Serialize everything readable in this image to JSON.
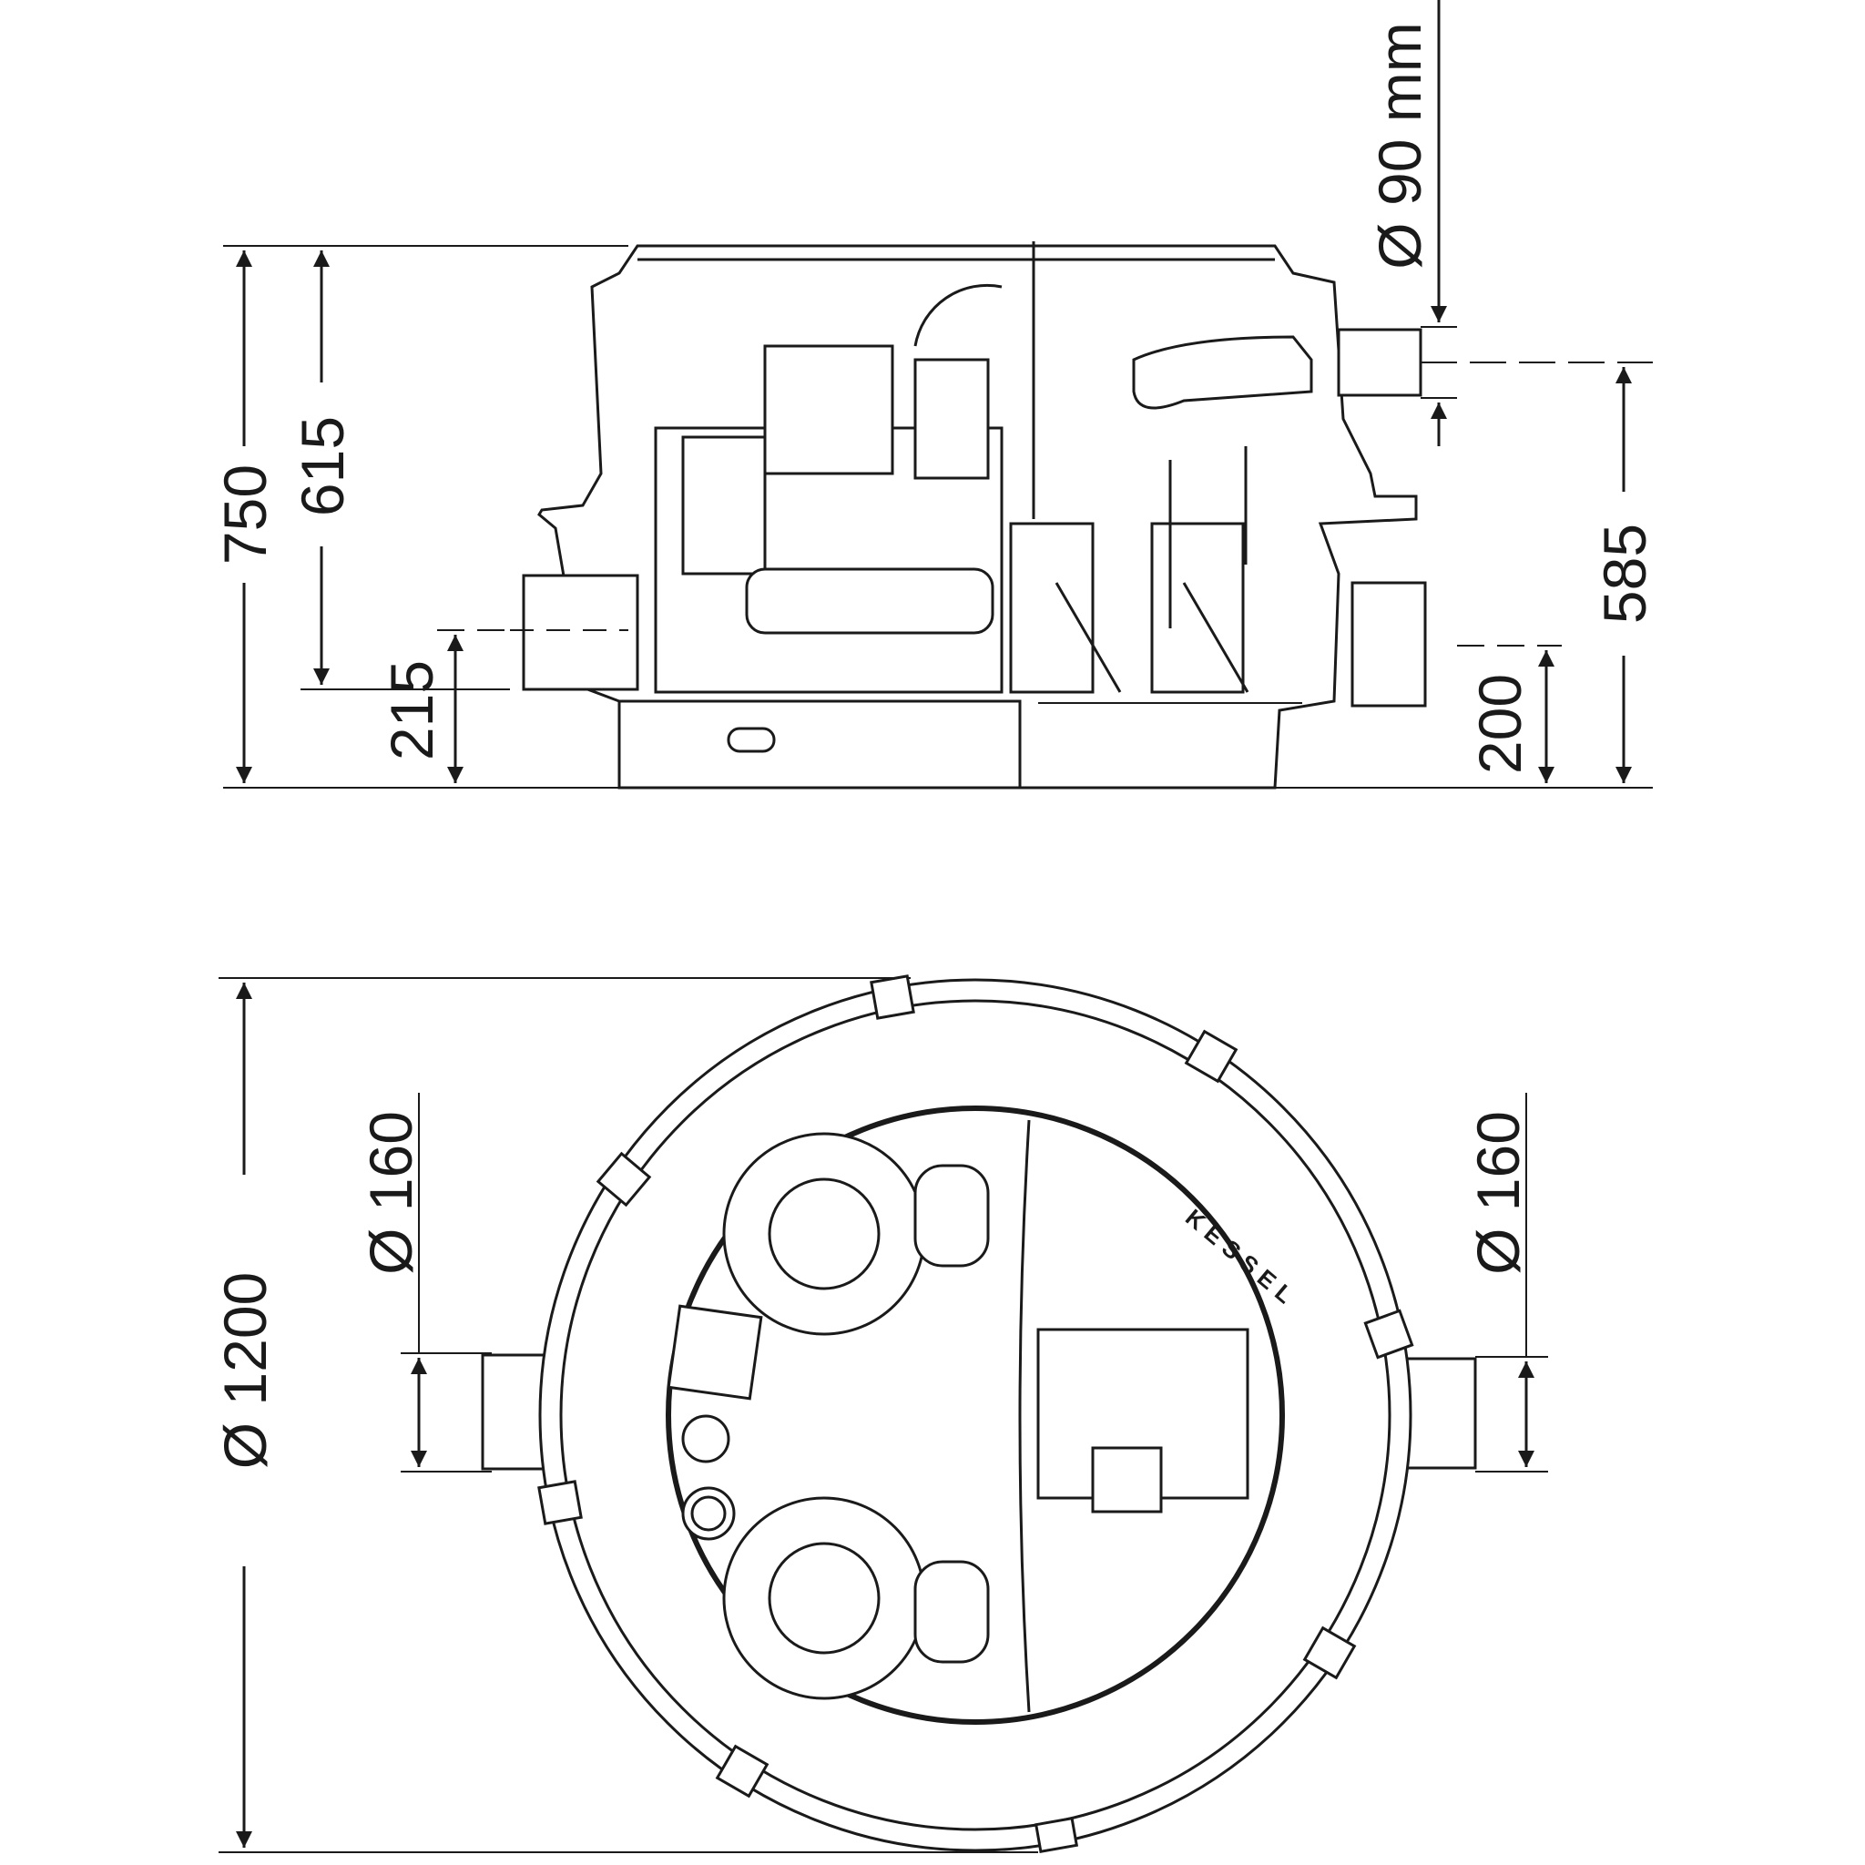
{
  "side_view": {
    "height_total": "750",
    "height_upper": "615",
    "inlet_height": "215",
    "outlet_height": "200",
    "pipe_height": "585",
    "pipe_diameter": "Ø 90 mm"
  },
  "top_view": {
    "diameter_total": "Ø 1200",
    "inlet_diameter_left": "Ø 160",
    "outlet_diameter_right": "Ø 160",
    "brand_mark": "KESSEL"
  }
}
